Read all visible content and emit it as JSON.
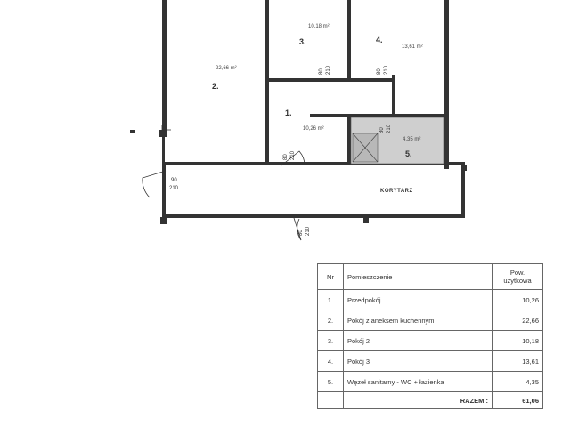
{
  "rooms": [
    {
      "num": "1.",
      "area": "10,26 m²"
    },
    {
      "num": "2.",
      "area": "22,66 m²"
    },
    {
      "num": "3.",
      "area": "10,18 m²"
    },
    {
      "num": "4.",
      "area": "13,61 m²"
    },
    {
      "num": "5.",
      "area": "4,35 m²"
    }
  ],
  "corridor_label": "KORYTARZ",
  "doors": [
    {
      "w": "80",
      "h": "210"
    },
    {
      "w": "80",
      "h": "210"
    },
    {
      "w": "80",
      "h": "210"
    },
    {
      "w": "80",
      "h": "210"
    },
    {
      "w": "90",
      "h": "210"
    },
    {
      "w": "80",
      "h": "210"
    }
  ],
  "table": {
    "headers": {
      "nr": "Nr",
      "room": "Pomieszczenie",
      "area": "Pow. użytkowa"
    },
    "rows": [
      {
        "nr": "1.",
        "room": "Przedpokój",
        "area": "10,26"
      },
      {
        "nr": "2.",
        "room": "Pokój z aneksem kuchennym",
        "area": "22,66"
      },
      {
        "nr": "3.",
        "room": "Pokój 2",
        "area": "10,18"
      },
      {
        "nr": "4.",
        "room": "Pokój 3",
        "area": "13,61"
      },
      {
        "nr": "5.",
        "room": "Węzeł sanitarny - WC + łazienka",
        "area": "4,35"
      }
    ],
    "total_label": "RAZEM :",
    "total_value": "61,06"
  }
}
